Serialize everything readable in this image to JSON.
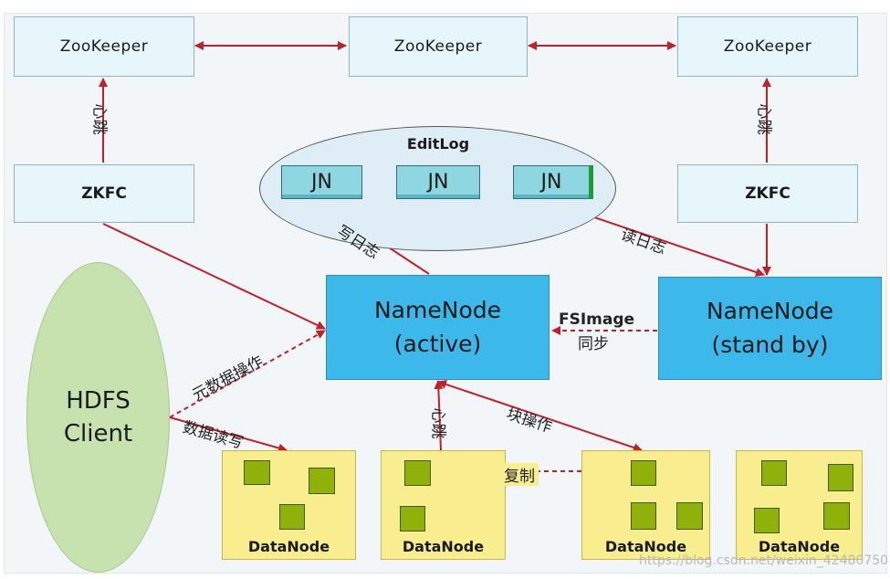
{
  "zookeepers": [
    "ZooKeeper",
    "ZooKeeper",
    "ZooKeeper"
  ],
  "zkfc": [
    "ZKFC",
    "ZKFC"
  ],
  "editlog": {
    "title": "EditLog",
    "journal_nodes": [
      "JN",
      "JN",
      "JN"
    ]
  },
  "namenodes": {
    "active": {
      "name": "NameNode",
      "state": "(active)"
    },
    "standby": {
      "name": "NameNode",
      "state": "(stand by)"
    }
  },
  "client": {
    "line1": "HDFS",
    "line2": "Client"
  },
  "datanodes": [
    "DataNode",
    "DataNode",
    "DataNode",
    "DataNode"
  ],
  "labels": {
    "heartbeat_left": "心跳",
    "heartbeat_right": "心跳",
    "heartbeat_datanode": "心跳",
    "write_log": "写日志",
    "read_log": "读日志",
    "fsimage_sync_1": "FSImage",
    "fsimage_sync_2": "同步",
    "metadata_ops": "元数据操作",
    "data_rw": "数据读写",
    "block_ops": "块操作",
    "replicate": "复制"
  },
  "colors": {
    "arrow": "#c0202a",
    "namenode": "#3db8ea",
    "datanode": "#f9ee8f",
    "block": "#8fb10a",
    "client": "#c7e2ae"
  },
  "watermark": "https://blog.csdn.net/weixin_42480750"
}
